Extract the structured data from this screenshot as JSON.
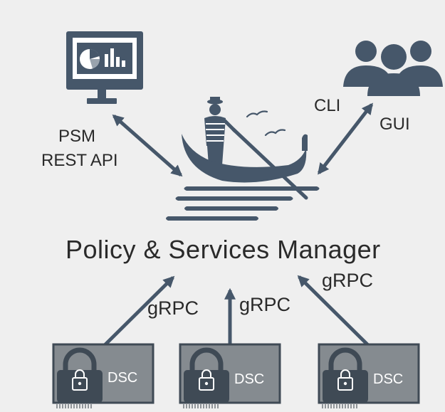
{
  "title": "Policy & Services Manager",
  "labels": {
    "psm": "PSM",
    "rest_api": "REST API",
    "cli": "CLI",
    "gui": "GUI",
    "grpc_left": "gRPC",
    "grpc_center": "gRPC",
    "grpc_right": "gRPC"
  },
  "cards": [
    {
      "label": "DSC"
    },
    {
      "label": "DSC"
    },
    {
      "label": "DSC"
    }
  ],
  "icons": {
    "monitor": "monitor-dashboard-icon",
    "users": "users-group-icon",
    "gondola": "gondola-logo-icon",
    "lock": "lock-icon"
  },
  "colors": {
    "primary": "#46576a",
    "card": "#858b90",
    "card_border": "#3f4a55",
    "background": "#efefef",
    "text": "#2a2a2a"
  }
}
